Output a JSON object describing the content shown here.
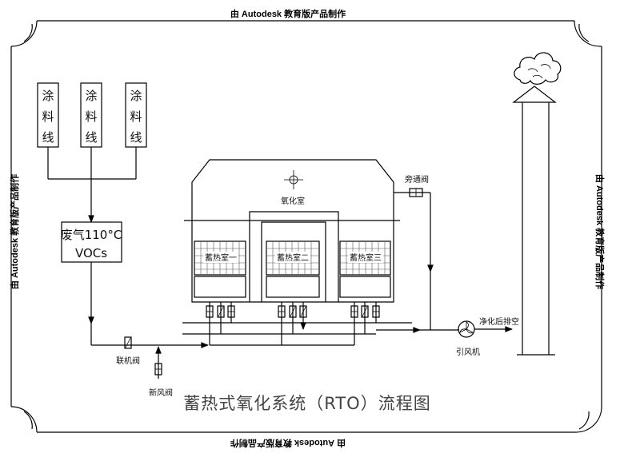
{
  "watermark": "由 Autodesk 教育版产品制作",
  "coating_lines": [
    {
      "chars": [
        "涂",
        "料",
        "线"
      ]
    },
    {
      "chars": [
        "涂",
        "料",
        "线"
      ]
    },
    {
      "chars": [
        "涂",
        "料",
        "线"
      ]
    }
  ],
  "waste_gas": {
    "line1": "废气110°C",
    "line2": "VOCs"
  },
  "oxidation_chamber": "氧化室",
  "regen_chambers": [
    "蓄热室一",
    "蓄热室二",
    "蓄热室三"
  ],
  "bypass_valve": "旁通阀",
  "interlock_valve": "联机阀",
  "fresh_air_valve": "新风阀",
  "fan": "引风机",
  "purified_vent": "净化后排空",
  "title": "蓄热式氧化系统（RTO）流程图"
}
